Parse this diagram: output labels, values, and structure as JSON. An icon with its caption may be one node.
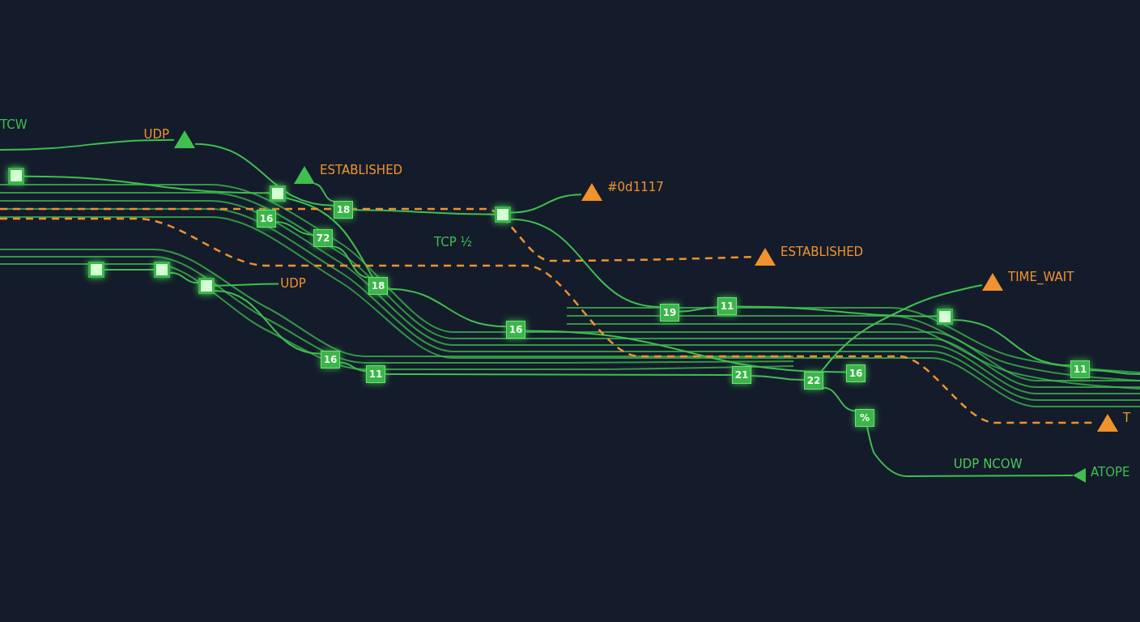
{
  "diagram": {
    "nodes": [
      {
        "text": [],
        "shape": "box"
      },
      {
        "text": [],
        "shape": "box"
      },
      {
        "text": [
          "16"
        ]
      },
      {
        "text": [
          "18"
        ]
      },
      {
        "text": [
          "72"
        ]
      },
      {
        "text": [],
        "shape": "box"
      },
      {
        "text": [
          "18"
        ]
      },
      {
        "text": [],
        "shape": "box"
      },
      {
        "text": [],
        "shape": "box"
      },
      {
        "text": [],
        "shape": "box"
      },
      {
        "text": [
          "16"
        ]
      },
      {
        "text": [
          "16"
        ]
      },
      {
        "text": [
          "11"
        ]
      },
      {
        "text": [
          "19"
        ]
      },
      {
        "text": [
          "11"
        ]
      },
      {
        "text": [],
        "shape": "box"
      },
      {
        "text": [
          "21"
        ]
      },
      {
        "text": [
          "22"
        ]
      },
      {
        "text": [
          "16"
        ]
      },
      {
        "text": [
          "%"
        ]
      },
      {
        "text": [
          "11"
        ]
      },
      {
        "text": [],
        "shape": "triangle",
        "beside": [
          "UDP"
        ]
      },
      {
        "text": [],
        "shape": "triangle",
        "beside": [
          "ESTABLISHED"
        ]
      },
      {
        "text": [],
        "shape": "triangle",
        "beside": [
          "#0d1117"
        ]
      },
      {
        "text": [],
        "shape": "triangle",
        "beside": [
          "ESTABLISHED"
        ]
      },
      {
        "text": [],
        "shape": "triangle",
        "beside": [
          "TIME_WAIT"
        ]
      },
      {
        "text": [],
        "shape": "triangle",
        "beside": [
          "T"
        ]
      },
      {
        "text": [],
        "shape": "triangle",
        "beside": [
          "ATOPE"
        ]
      },
      {
        "text": [
          "UDP"
        ]
      }
    ],
    "edges": [
      {
        "from": 0,
        "to": 1,
        "arrow": "none"
      },
      {
        "from": 1,
        "to": 6,
        "arrow": "none"
      },
      {
        "from": 2,
        "to": 4,
        "arrow": "none"
      },
      {
        "from": 4,
        "to": 6,
        "arrow": "none"
      },
      {
        "from": 6,
        "to": 10,
        "arrow": "none"
      },
      {
        "from": 21,
        "to": 3,
        "arrow": "none"
      },
      {
        "from": null,
        "to": 21,
        "arrow": "none"
      },
      {
        "from": 22,
        "to": 3,
        "arrow": "none"
      },
      {
        "from": 3,
        "to": 5,
        "arrow": "none"
      },
      {
        "from": 5,
        "to": 23,
        "arrow": "none"
      },
      {
        "from": 5,
        "to": 13,
        "arrow": "none"
      },
      {
        "from": 7,
        "to": 8,
        "arrow": "none"
      },
      {
        "from": 8,
        "to": 9,
        "arrow": "none"
      },
      {
        "from": 9,
        "to": 11,
        "arrow": "none"
      },
      {
        "from": 11,
        "to": 12,
        "arrow": "none"
      },
      {
        "from": 12,
        "to": 16,
        "arrow": "none"
      },
      {
        "from": 16,
        "to": 17,
        "arrow": "none"
      },
      {
        "from": 17,
        "to": 19,
        "arrow": "none"
      },
      {
        "from": 19,
        "to": 27,
        "arrow": "none",
        "label": "UDP NCOW"
      },
      {
        "from": 9,
        "to": 28,
        "arrow": "none"
      },
      {
        "from": 13,
        "to": 14,
        "arrow": "none"
      },
      {
        "from": 14,
        "to": 15,
        "arrow": "none"
      },
      {
        "from": 15,
        "to": 20,
        "arrow": "none"
      },
      {
        "from": 10,
        "to": 18,
        "arrow": "none"
      },
      {
        "from": 17,
        "to": 25,
        "arrow": "none"
      },
      {
        "from": null,
        "to": 24,
        "arrow": "none",
        "style": "dashed",
        "color": "#f0922e"
      },
      {
        "from": null,
        "to": 26,
        "arrow": "none",
        "style": "dashed",
        "color": "#f0922e"
      },
      {
        "from": 20,
        "to": null,
        "arrow": "none"
      }
    ],
    "labels": [
      "TCW",
      "TCP ½"
    ]
  }
}
